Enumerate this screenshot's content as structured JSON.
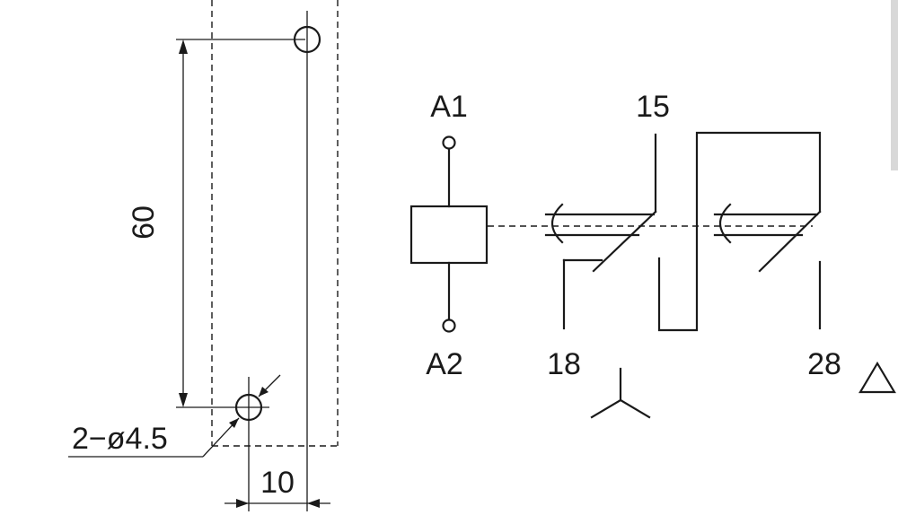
{
  "dimensions": {
    "height": "60",
    "spacing": "10",
    "holes": "2−ø4.5"
  },
  "coil_terminals": {
    "top": "A1",
    "bottom": "A2"
  },
  "contact_terminals": {
    "common": "15",
    "no": "18",
    "second_no": "28"
  },
  "symbols": [
    "star-symbol",
    "delta-symbol"
  ]
}
